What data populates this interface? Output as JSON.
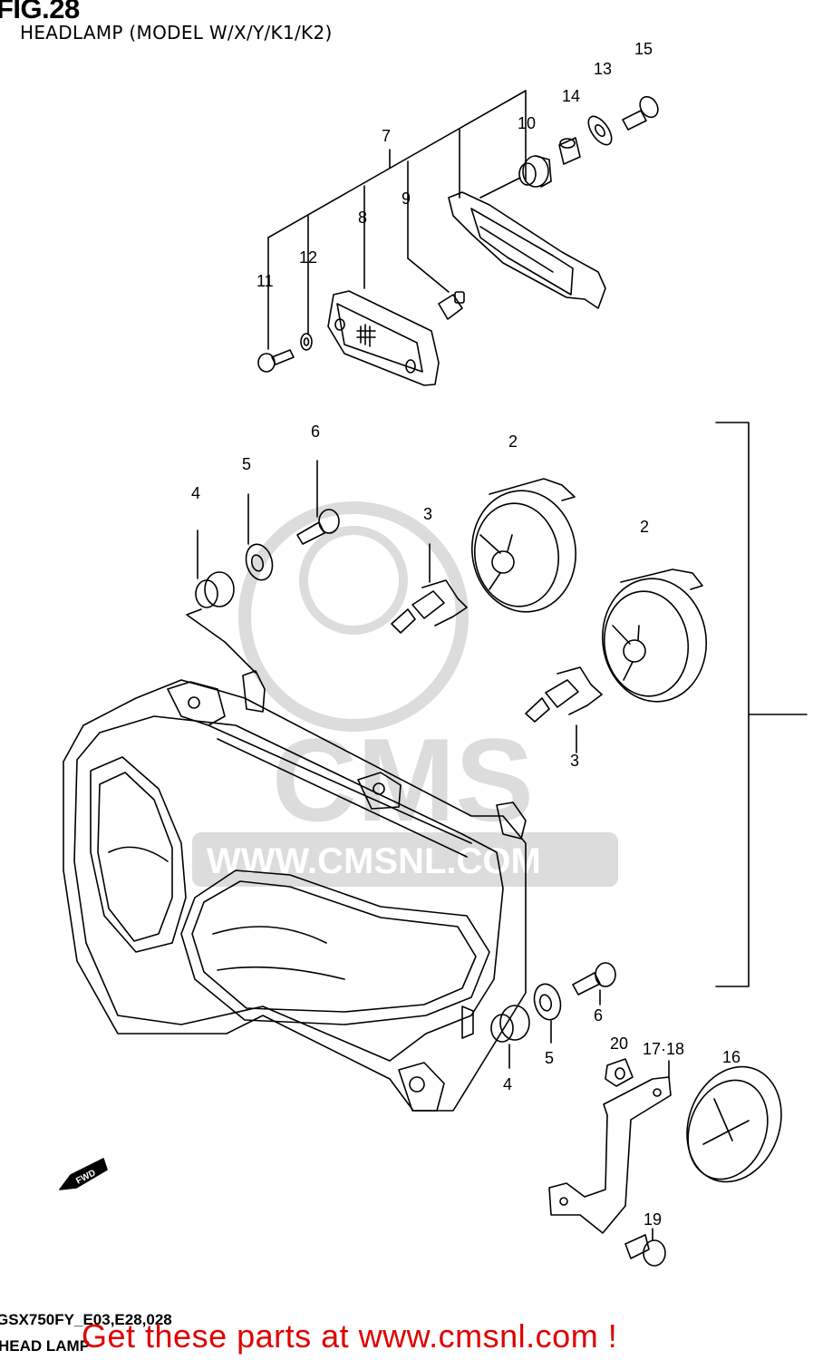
{
  "header": {
    "fig_title": "FIG.28",
    "subtitle": "HEADLAMP (MODEL W/X/Y/K1/K2)"
  },
  "callouts": {
    "c2a": "2",
    "c2b": "2",
    "c3a": "3",
    "c3b": "3",
    "c4a": "4",
    "c4b": "4",
    "c5a": "5",
    "c5b": "5",
    "c6a": "6",
    "c6b": "6",
    "c7": "7",
    "c8": "8",
    "c9": "9",
    "c10": "10",
    "c11": "11",
    "c12": "12",
    "c13": "13",
    "c14": "14",
    "c15": "15",
    "c16": "16",
    "c1718": "17·18",
    "c19": "19",
    "c20": "20"
  },
  "direction_arrow": "FWD",
  "watermark": {
    "logo_text": "CMS",
    "url_text": "WWW.CMSNL.COM"
  },
  "footer": {
    "diagram_code": "GSX750FY_E03,E28,028",
    "section_name": "HEAD LAMP",
    "promo_text": "Get these parts at www.cmsnl.com !"
  },
  "colors": {
    "line": "#000000",
    "watermark": "#d9d9d9",
    "promo": "#e00000"
  }
}
